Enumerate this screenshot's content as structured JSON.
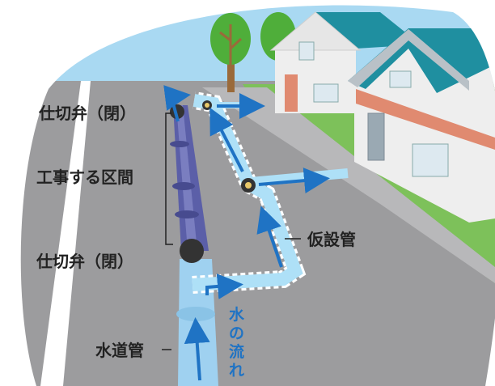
{
  "labels": {
    "valve_top": "仕切弁（閉）",
    "work_section": "工事する区間",
    "valve_bottom": "仕切弁（閉）",
    "temp_pipe": "仮設管",
    "water_pipe": "水道管"
  },
  "flow_text": [
    "水",
    "の",
    "流",
    "れ"
  ],
  "colors": {
    "sky": "#a9d9f2",
    "road": "#9b9b9d",
    "grass": "#7dc15a",
    "main_pipe": "#9fd1f0",
    "work_pipe": "#5b5fa8",
    "temp_pipe": "#aee0f7",
    "arrow": "#1f73c4",
    "house_roof": "#1f8fa0",
    "house_wall": "#eeeeee",
    "house_band": "#e08a70",
    "tree": "#4fae3a"
  }
}
